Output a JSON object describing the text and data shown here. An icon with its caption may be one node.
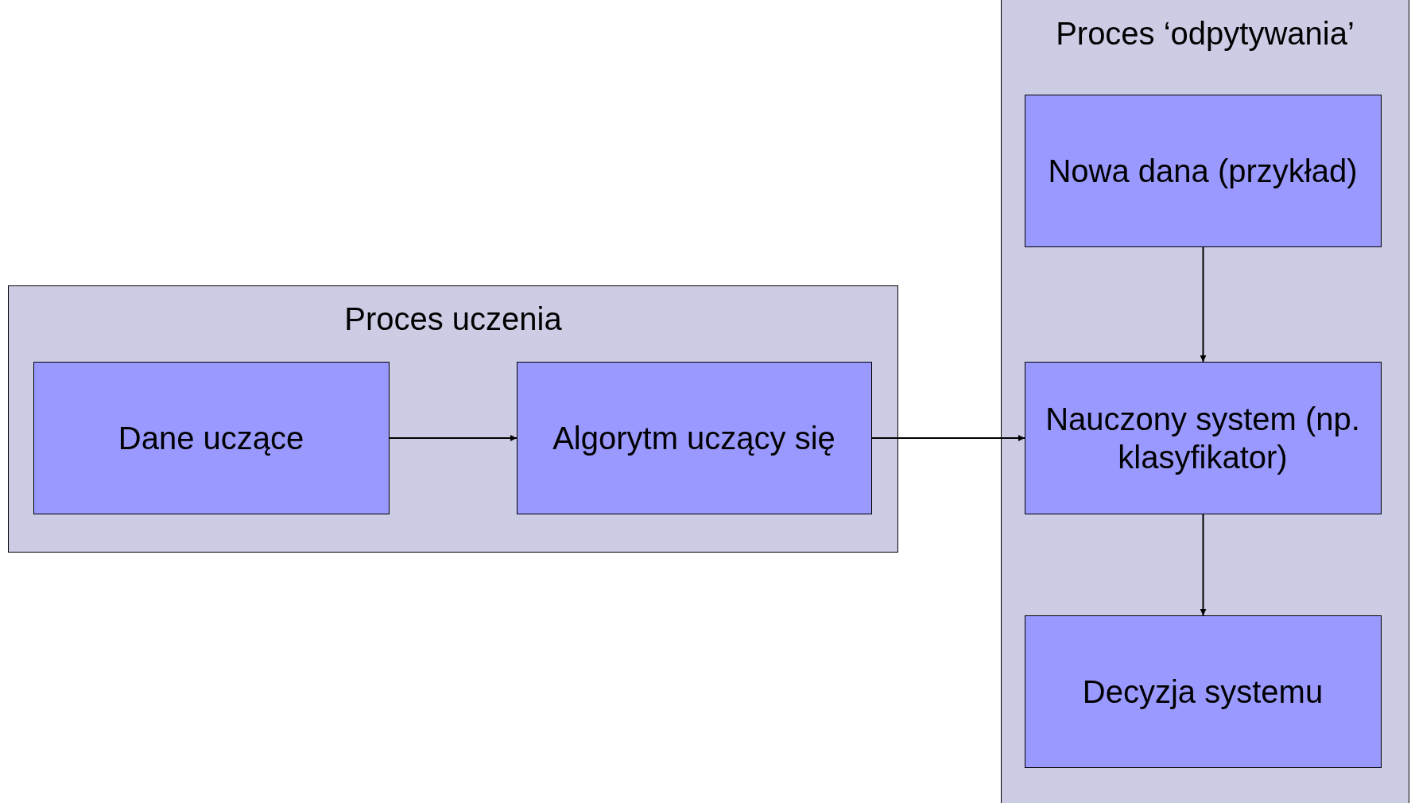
{
  "diagram": {
    "nodes": [
      {
        "text": [
          "Proces uczenia"
        ]
      },
      {
        "text": [
          "Dane uczące"
        ],
        "in": 0
      },
      {
        "text": [
          "Algorytm uczący się"
        ],
        "in": 0
      },
      {
        "text": [
          "Proces ‘odpytywania’"
        ]
      },
      {
        "text": [
          "Nowa dana (przykład)"
        ],
        "in": 3
      },
      {
        "text": [
          "Nauczony system (np. klasyfikator)"
        ],
        "in": 3
      },
      {
        "text": [
          "Decyzja systemu"
        ],
        "in": 3
      }
    ],
    "edges": [
      {
        "from": 1,
        "to": 2,
        "arrow": "to"
      },
      {
        "from": 2,
        "to": 5,
        "arrow": "to"
      },
      {
        "from": 4,
        "to": 5,
        "arrow": "to"
      },
      {
        "from": 5,
        "to": 6,
        "arrow": "to"
      }
    ]
  }
}
